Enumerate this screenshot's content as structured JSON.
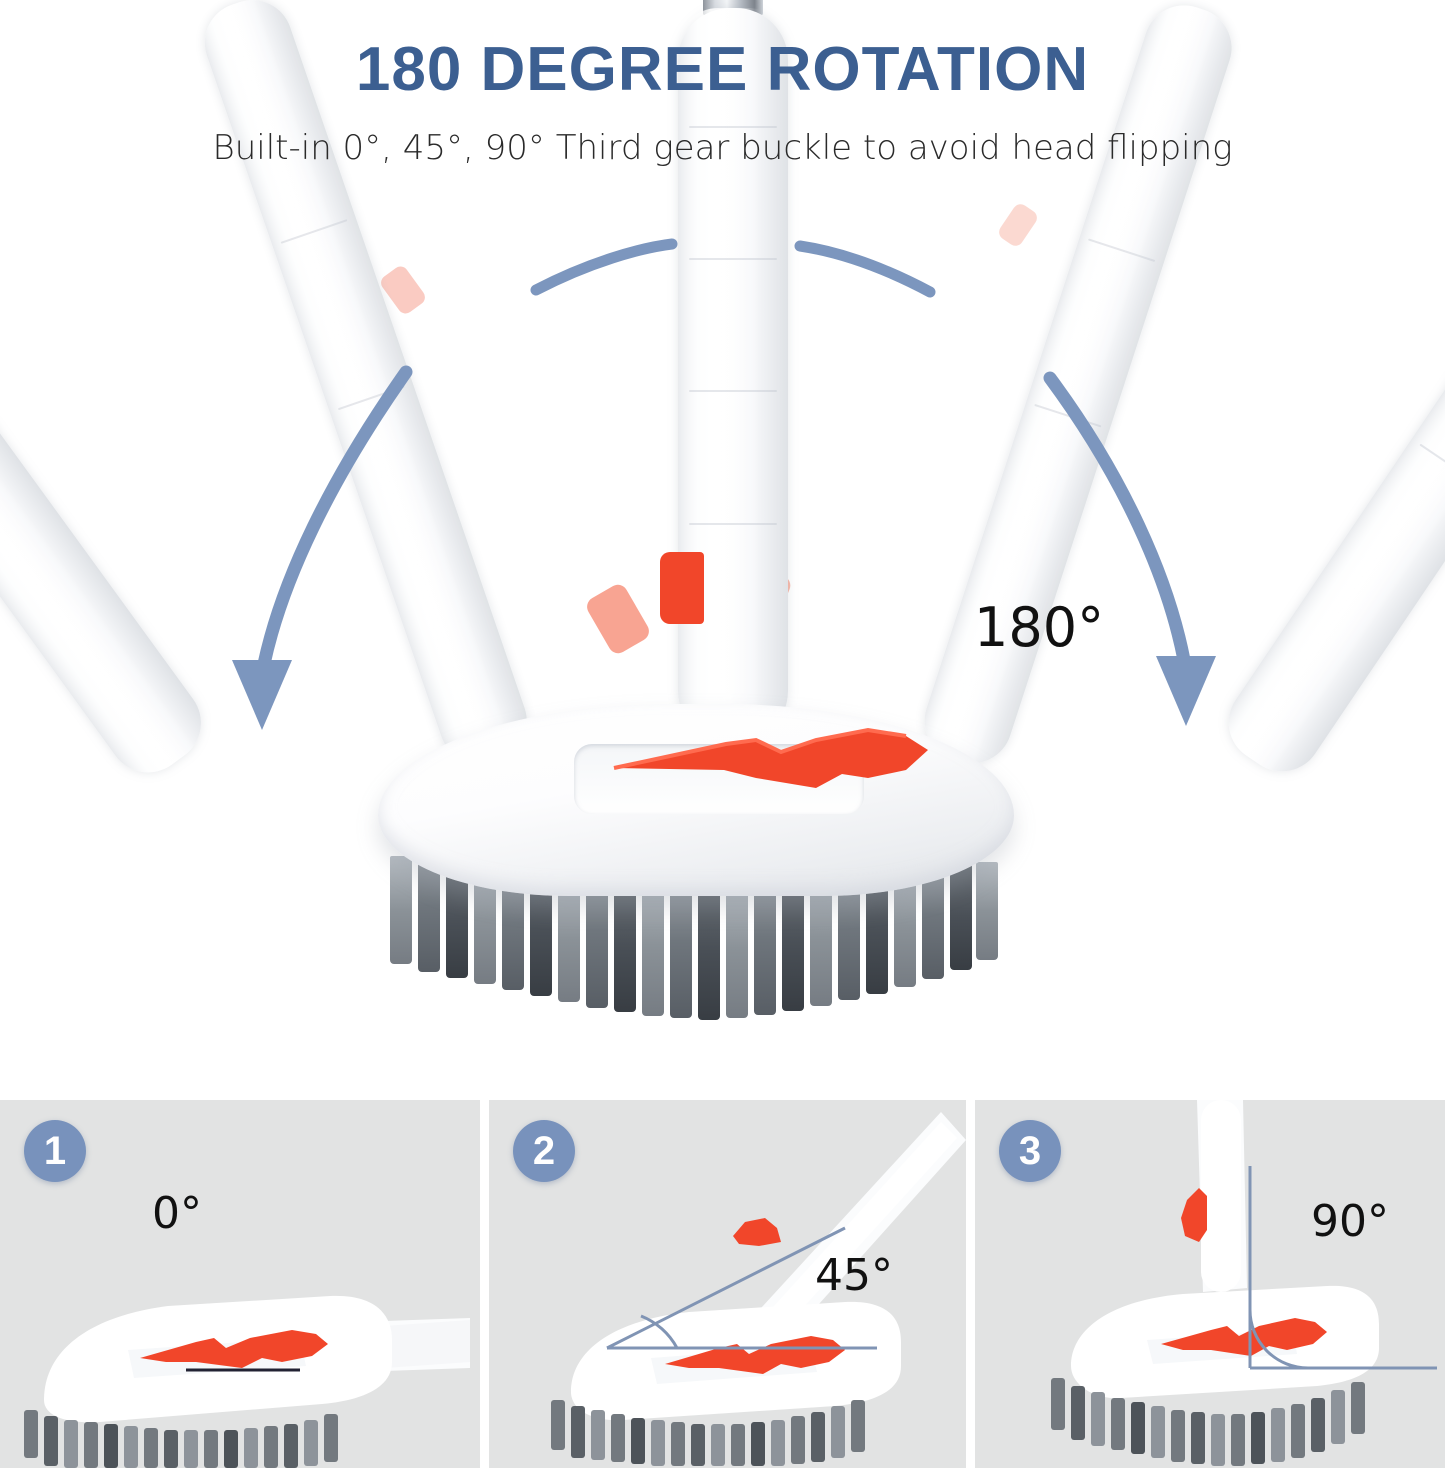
{
  "hero": {
    "title": "180 DEGREE ROTATION",
    "subtitle": "Built-in 0°, 45°, 90° Third gear buckle to avoid head flipping",
    "rotation_label": "180°",
    "title_color": "#3c5f91",
    "subtitle_color": "#2a2a2a",
    "arrow_color": "#7c96be",
    "background_color": "#ffffff"
  },
  "product": {
    "handle_color": "#ffffff",
    "lever_color": "#f1462a",
    "bristle_color": "#6f767d",
    "metal_tip_color": "#b9bfc7"
  },
  "steps": {
    "panel_background": "#e2e3e3",
    "badge_color": "#7892bc",
    "badge_text_color": "#ffffff",
    "angle_line_color": "#8094b4",
    "items": [
      {
        "number": "1",
        "angle": "0°",
        "position": "flat"
      },
      {
        "number": "2",
        "angle": "45°",
        "position": "tilted"
      },
      {
        "number": "3",
        "angle": "90°",
        "position": "upright"
      }
    ]
  }
}
